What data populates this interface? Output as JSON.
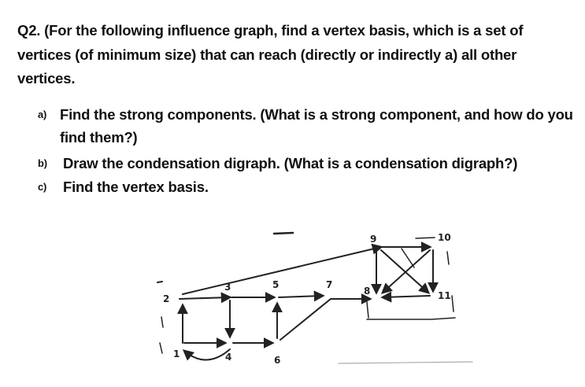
{
  "question": {
    "text": "Q2. (For the following influence graph, find a vertex basis, which is a set of vertices (of minimum size) that can reach (directly or indirectly a) all other vertices."
  },
  "parts": {
    "a": {
      "marker": "a)",
      "text": "Find the strong components. (What is a strong component, and how do you find them?)"
    },
    "b": {
      "marker": "b)",
      "text": "Draw the condensation digraph. (What is a condensation digraph?)"
    },
    "c": {
      "marker": "c)",
      "text": "Find the vertex basis."
    }
  },
  "graph": {
    "vertex_labels": {
      "v1": "1",
      "v2": "2",
      "v3": "3",
      "v4": "4",
      "v5": "5",
      "v6": "6",
      "v7": "7",
      "v8": "8",
      "v9": "9",
      "v10": "10",
      "v11": "11"
    }
  }
}
